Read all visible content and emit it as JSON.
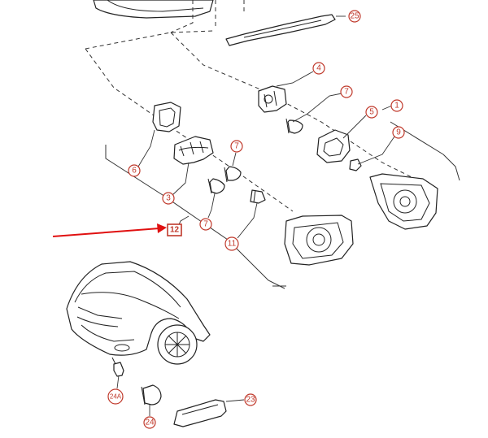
{
  "colors": {
    "callout": "#c0392b",
    "arrow": "#e01010",
    "line": "#222222"
  },
  "callouts": {
    "c1": "1",
    "c3": "3",
    "c4": "4",
    "c5": "5",
    "c6": "6",
    "c7a": "7",
    "c7b": "7",
    "c7c": "7",
    "c9": "9",
    "c11": "11",
    "c12": "12",
    "c23": "23",
    "c24": "24",
    "c24a": "24A",
    "c25": "25"
  },
  "highlight": {
    "target": "12",
    "icon": "red-arrow-pointer"
  }
}
